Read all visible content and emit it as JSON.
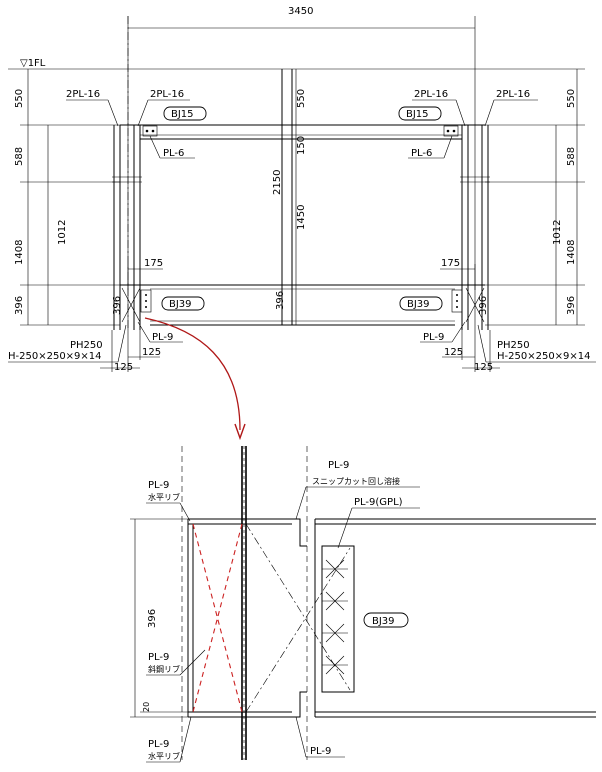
{
  "top_view": {
    "overall_width": "3450",
    "floor_label": "▽1FL",
    "left_column": {
      "top_plate": "2PL-16",
      "bottom_label_1": "PH250",
      "bottom_label_2": "H-250×250×9×14",
      "dim_125_a": "125",
      "dim_125_b": "125"
    },
    "right_column": {
      "top_plate": "2PL-16",
      "bottom_label_1": "PH250",
      "bottom_label_2": "H-250×250×9×14",
      "dim_125_a": "125",
      "dim_125_b": "125"
    },
    "inner_plate_left": "2PL-16",
    "inner_plate_right": "2PL-16",
    "upper_beam_left": "BJ15",
    "upper_beam_right": "BJ15",
    "lower_beam_left": "BJ39",
    "lower_beam_right": "BJ39",
    "gusset_left": "PL-6",
    "gusset_right": "PL-6",
    "rib_left": "PL-9",
    "rib_right": "PL-9",
    "dim_175_left": "175",
    "dim_175_right": "175",
    "left_dims": [
      "550",
      "588",
      "1012",
      "1408",
      "396"
    ],
    "right_dims": [
      "550",
      "588",
      "1012",
      "1408",
      "396"
    ],
    "center_dims": [
      "550",
      "150",
      "2150",
      "1450",
      "396"
    ],
    "mid_dim_left": "396",
    "mid_dim_right": "396"
  },
  "detail_view": {
    "top_plate": "PL-9",
    "top_plate_note": "スニップカット回し溶接",
    "gpl_plate": "PL-9(GPL)",
    "beam": "BJ39",
    "height_dim": "396",
    "small_dim": "20",
    "horiz_rib_top": "PL-9",
    "horiz_rib_top_note": "水平リブ",
    "diag_rib": "PL-9",
    "diag_rib_note": "斜鋼リブ",
    "horiz_rib_bottom": "PL-9",
    "horiz_rib_bottom_note": "水平リブ",
    "bottom_plate": "PL-9"
  },
  "colors": {
    "line": "#000000",
    "accent": "#b01818"
  }
}
